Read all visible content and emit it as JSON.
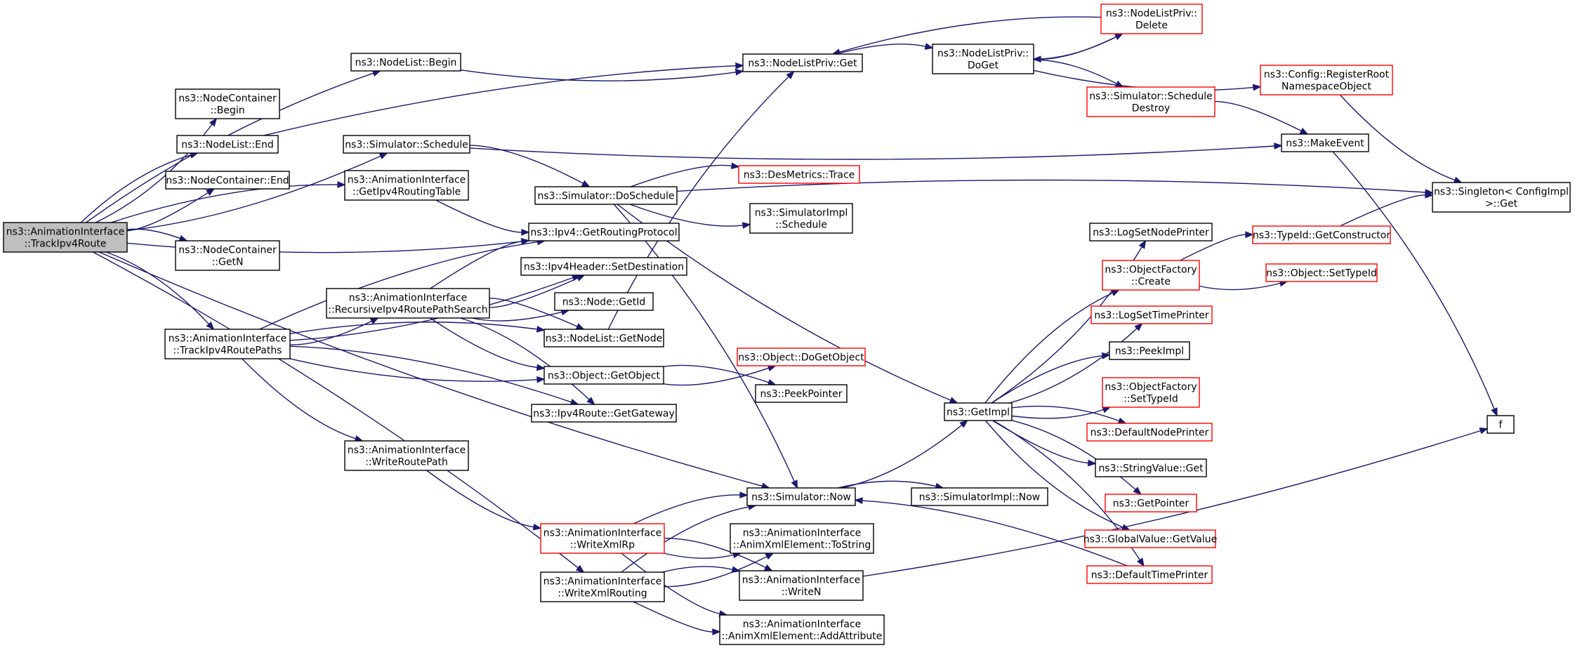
{
  "colors": {
    "edge": "#191970",
    "node_border_normal": "#000000",
    "node_border_truncated": "#ff0000",
    "node_fill_root": "#bfbfbf",
    "node_fill": "#ffffff"
  },
  "nodes": [
    {
      "id": "root",
      "lines": [
        "ns3::AnimationInterface",
        "::TrackIpv4Route"
      ],
      "style": "root"
    },
    {
      "id": "nlbegin",
      "lines": [
        "ns3::NodeList::Begin"
      ],
      "style": "normal"
    },
    {
      "id": "ncbegin",
      "lines": [
        "ns3::NodeContainer",
        "::Begin"
      ],
      "style": "normal"
    },
    {
      "id": "nlend",
      "lines": [
        "ns3::NodeList::End"
      ],
      "style": "normal"
    },
    {
      "id": "ncend",
      "lines": [
        "ns3::NodeContainer::End"
      ],
      "style": "normal"
    },
    {
      "id": "ncgetn",
      "lines": [
        "ns3::NodeContainer",
        "::GetN"
      ],
      "style": "normal"
    },
    {
      "id": "simsched",
      "lines": [
        "ns3::Simulator::Schedule"
      ],
      "style": "normal"
    },
    {
      "id": "getrt",
      "lines": [
        "ns3::AnimationInterface",
        "::GetIpv4RoutingTable"
      ],
      "style": "normal"
    },
    {
      "id": "paths",
      "lines": [
        "ns3::AnimationInterface",
        "::TrackIpv4RoutePaths"
      ],
      "style": "normal"
    },
    {
      "id": "recsearch",
      "lines": [
        "ns3::AnimationInterface",
        "::RecursiveIpv4RoutePathSearch"
      ],
      "style": "normal"
    },
    {
      "id": "writeroute",
      "lines": [
        "ns3::AnimationInterface",
        "::WriteRoutePath"
      ],
      "style": "normal"
    },
    {
      "id": "writexmlrp",
      "lines": [
        "ns3::AnimationInterface",
        "::WriteXmlRp"
      ],
      "style": "truncated"
    },
    {
      "id": "writexmlrouting",
      "lines": [
        "ns3::AnimationInterface",
        "::WriteXmlRouting"
      ],
      "style": "normal"
    },
    {
      "id": "doschedule",
      "lines": [
        "ns3::Simulator::DoSchedule"
      ],
      "style": "normal"
    },
    {
      "id": "getrouting",
      "lines": [
        "ns3::Ipv4::GetRoutingProtocol"
      ],
      "style": "normal"
    },
    {
      "id": "setdest",
      "lines": [
        "ns3::Ipv4Header::SetDestination"
      ],
      "style": "normal"
    },
    {
      "id": "nodegetid",
      "lines": [
        "ns3::Node::GetId"
      ],
      "style": "normal"
    },
    {
      "id": "nlgetnode",
      "lines": [
        "ns3::NodeList::GetNode"
      ],
      "style": "normal"
    },
    {
      "id": "getobject",
      "lines": [
        "ns3::Object::GetObject"
      ],
      "style": "normal"
    },
    {
      "id": "getgateway",
      "lines": [
        "ns3::Ipv4Route::GetGateway"
      ],
      "style": "normal"
    },
    {
      "id": "nlpget",
      "lines": [
        "ns3::NodeListPriv::Get"
      ],
      "style": "normal"
    },
    {
      "id": "desmetrics",
      "lines": [
        "ns3::DesMetrics::Trace"
      ],
      "style": "truncated"
    },
    {
      "id": "simimplsched",
      "lines": [
        "ns3::SimulatorImpl",
        "::Schedule"
      ],
      "style": "normal"
    },
    {
      "id": "dogetobject",
      "lines": [
        "ns3::Object::DoGetObject"
      ],
      "style": "truncated"
    },
    {
      "id": "peekpointer",
      "lines": [
        "ns3::PeekPointer"
      ],
      "style": "normal"
    },
    {
      "id": "simnow",
      "lines": [
        "ns3::Simulator::Now"
      ],
      "style": "normal"
    },
    {
      "id": "tostring",
      "lines": [
        "ns3::AnimationInterface",
        "::AnimXmlElement::ToString"
      ],
      "style": "normal"
    },
    {
      "id": "writen",
      "lines": [
        "ns3::AnimationInterface",
        "::WriteN"
      ],
      "style": "normal"
    },
    {
      "id": "addattr",
      "lines": [
        "ns3::AnimationInterface",
        "::AnimXmlElement::AddAttribute"
      ],
      "style": "normal"
    },
    {
      "id": "nlpdoget",
      "lines": [
        "ns3::NodeListPriv::",
        "DoGet"
      ],
      "style": "normal"
    },
    {
      "id": "nlpdelete",
      "lines": [
        "ns3::NodeListPriv::",
        "Delete"
      ],
      "style": "truncated"
    },
    {
      "id": "schedestroy",
      "lines": [
        "ns3::Simulator::Schedule",
        "Destroy"
      ],
      "style": "truncated"
    },
    {
      "id": "regroot",
      "lines": [
        "ns3::Config::RegisterRoot",
        "NamespaceObject"
      ],
      "style": "truncated"
    },
    {
      "id": "makeevent",
      "lines": [
        "ns3::MakeEvent"
      ],
      "style": "normal"
    },
    {
      "id": "singleton",
      "lines": [
        "ns3::Singleton< ConfigImpl",
        " >::Get"
      ],
      "style": "normal"
    },
    {
      "id": "getimpl",
      "lines": [
        "ns3::GetImpl"
      ],
      "style": "normal"
    },
    {
      "id": "simimplnow",
      "lines": [
        "ns3::SimulatorImpl::Now"
      ],
      "style": "normal"
    },
    {
      "id": "lognodeprinter",
      "lines": [
        "ns3::LogSetNodePrinter"
      ],
      "style": "normal"
    },
    {
      "id": "ofcreate",
      "lines": [
        "ns3::ObjectFactory",
        "::Create"
      ],
      "style": "truncated"
    },
    {
      "id": "logtimeprinter",
      "lines": [
        "ns3::LogSetTimePrinter"
      ],
      "style": "truncated"
    },
    {
      "id": "peekimpl",
      "lines": [
        "ns3::PeekImpl"
      ],
      "style": "normal"
    },
    {
      "id": "ofsettypeid",
      "lines": [
        "ns3::ObjectFactory",
        "::SetTypeId"
      ],
      "style": "truncated"
    },
    {
      "id": "defnodeprinter",
      "lines": [
        "ns3::DefaultNodePrinter"
      ],
      "style": "truncated"
    },
    {
      "id": "strvalget",
      "lines": [
        "ns3::StringValue::Get"
      ],
      "style": "normal"
    },
    {
      "id": "getpointer",
      "lines": [
        "ns3::GetPointer"
      ],
      "style": "truncated"
    },
    {
      "id": "gvgetvalue",
      "lines": [
        "ns3::GlobalValue::GetValue"
      ],
      "style": "truncated"
    },
    {
      "id": "deftimeprinter",
      "lines": [
        "ns3::DefaultTimePrinter"
      ],
      "style": "truncated"
    },
    {
      "id": "typeidgetctor",
      "lines": [
        "ns3::TypeId::GetConstructor"
      ],
      "style": "truncated"
    },
    {
      "id": "objsettypeid",
      "lines": [
        "ns3::Object::SetTypeId"
      ],
      "style": "truncated"
    },
    {
      "id": "f",
      "lines": [
        "f"
      ],
      "style": "normal"
    }
  ],
  "edges": [
    [
      "root",
      "nlbegin"
    ],
    [
      "root",
      "ncbegin"
    ],
    [
      "root",
      "nlend"
    ],
    [
      "root",
      "ncend"
    ],
    [
      "root",
      "ncgetn"
    ],
    [
      "root",
      "simsched"
    ],
    [
      "root",
      "getrt"
    ],
    [
      "root",
      "getrouting"
    ],
    [
      "root",
      "paths"
    ],
    [
      "root",
      "simnow"
    ],
    [
      "root",
      "writexmlrouting"
    ],
    [
      "nlbegin",
      "nlpget"
    ],
    [
      "nlend",
      "nlpget"
    ],
    [
      "simsched",
      "makeevent"
    ],
    [
      "simsched",
      "doschedule"
    ],
    [
      "getrt",
      "getrouting"
    ],
    [
      "doschedule",
      "desmetrics"
    ],
    [
      "doschedule",
      "simimplsched"
    ],
    [
      "doschedule",
      "singleton"
    ],
    [
      "doschedule",
      "getimpl"
    ],
    [
      "doschedule",
      "simnow"
    ],
    [
      "paths",
      "recsearch"
    ],
    [
      "paths",
      "getrouting"
    ],
    [
      "paths",
      "setdest"
    ],
    [
      "paths",
      "nlgetnode"
    ],
    [
      "paths",
      "getobject"
    ],
    [
      "paths",
      "getgateway"
    ],
    [
      "paths",
      "writeroute"
    ],
    [
      "recsearch",
      "getrouting"
    ],
    [
      "recsearch",
      "nodegetid"
    ],
    [
      "recsearch",
      "nlgetnode"
    ],
    [
      "recsearch",
      "getobject"
    ],
    [
      "recsearch",
      "getgateway"
    ],
    [
      "recsearch",
      "setdest"
    ],
    [
      "nlgetnode",
      "nlpget"
    ],
    [
      "getobject",
      "dogetobject"
    ],
    [
      "getobject",
      "peekpointer"
    ],
    [
      "writeroute",
      "writexmlrp"
    ],
    [
      "writexmlrp",
      "simnow"
    ],
    [
      "writexmlrp",
      "tostring"
    ],
    [
      "writexmlrp",
      "writen"
    ],
    [
      "writexmlrp",
      "addattr"
    ],
    [
      "writexmlrouting",
      "simnow"
    ],
    [
      "writexmlrouting",
      "tostring"
    ],
    [
      "writexmlrouting",
      "writen"
    ],
    [
      "writexmlrouting",
      "addattr"
    ],
    [
      "nlpget",
      "nlpdoget"
    ],
    [
      "nlpdoget",
      "nlpdelete"
    ],
    [
      "nlpdelete",
      "nlpdoget"
    ],
    [
      "nlpdelete",
      "nlpget"
    ],
    [
      "nlpdoget",
      "schedestroy"
    ],
    [
      "nlpdoget",
      "regroot"
    ],
    [
      "schedestroy",
      "makeevent"
    ],
    [
      "regroot",
      "singleton"
    ],
    [
      "makeevent",
      "f"
    ],
    [
      "simnow",
      "getimpl"
    ],
    [
      "simnow",
      "simimplnow"
    ],
    [
      "getimpl",
      "lognodeprinter"
    ],
    [
      "getimpl",
      "ofcreate"
    ],
    [
      "getimpl",
      "logtimeprinter"
    ],
    [
      "getimpl",
      "peekimpl"
    ],
    [
      "getimpl",
      "ofsettypeid"
    ],
    [
      "getimpl",
      "defnodeprinter"
    ],
    [
      "getimpl",
      "strvalget"
    ],
    [
      "getimpl",
      "getpointer"
    ],
    [
      "getimpl",
      "gvgetvalue"
    ],
    [
      "getimpl",
      "deftimeprinter"
    ],
    [
      "deftimeprinter",
      "simnow"
    ],
    [
      "ofcreate",
      "typeidgetctor"
    ],
    [
      "ofcreate",
      "objsettypeid"
    ],
    [
      "typeidgetctor",
      "singleton"
    ],
    [
      "writen",
      "f"
    ]
  ]
}
